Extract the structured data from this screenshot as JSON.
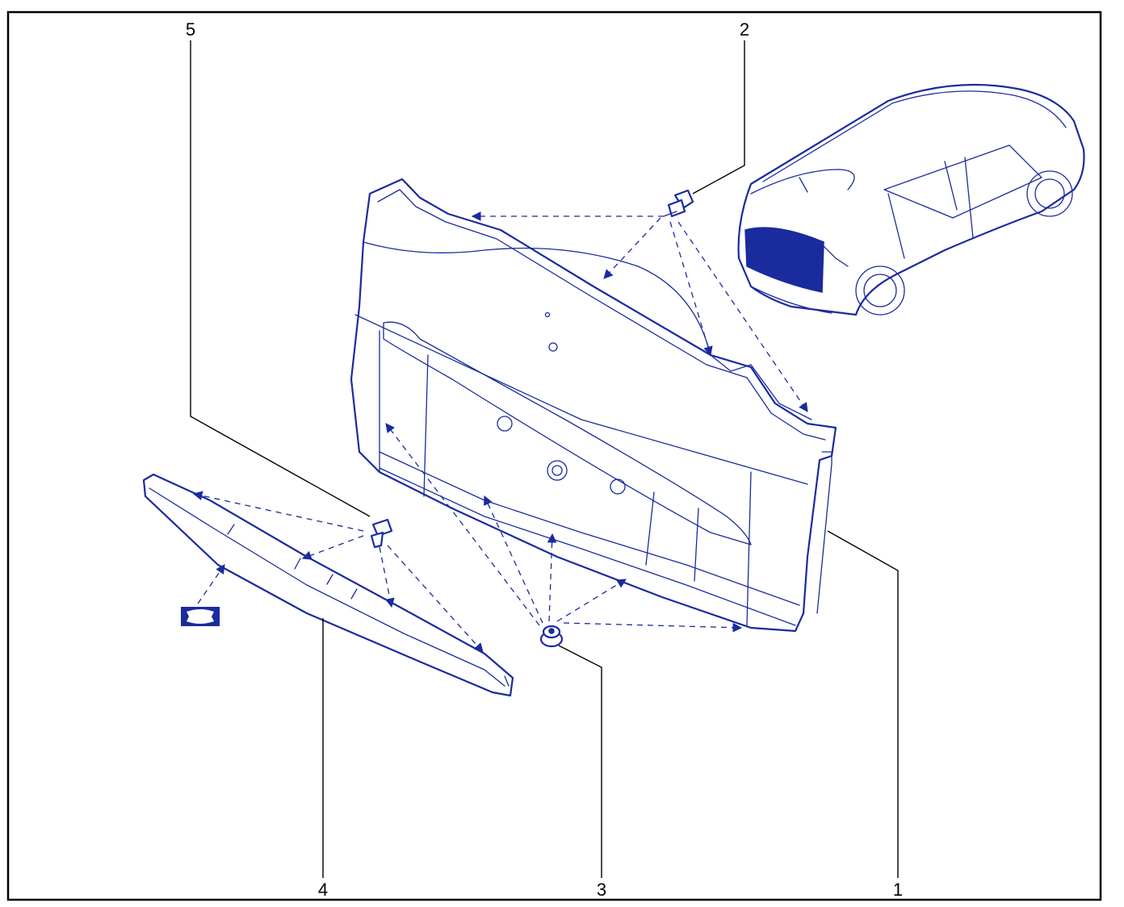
{
  "callouts": [
    {
      "id": "1",
      "label": "1"
    },
    {
      "id": "2",
      "label": "2"
    },
    {
      "id": "3",
      "label": "3"
    },
    {
      "id": "4",
      "label": "4"
    },
    {
      "id": "5",
      "label": "5"
    }
  ],
  "colors": {
    "line": "#1a2b9e",
    "text": "#000000",
    "border": "#000000",
    "background": "#ffffff"
  },
  "icons": [
    "car-icon",
    "clip-icon",
    "screw-icon",
    "adhesive-pad-icon"
  ]
}
